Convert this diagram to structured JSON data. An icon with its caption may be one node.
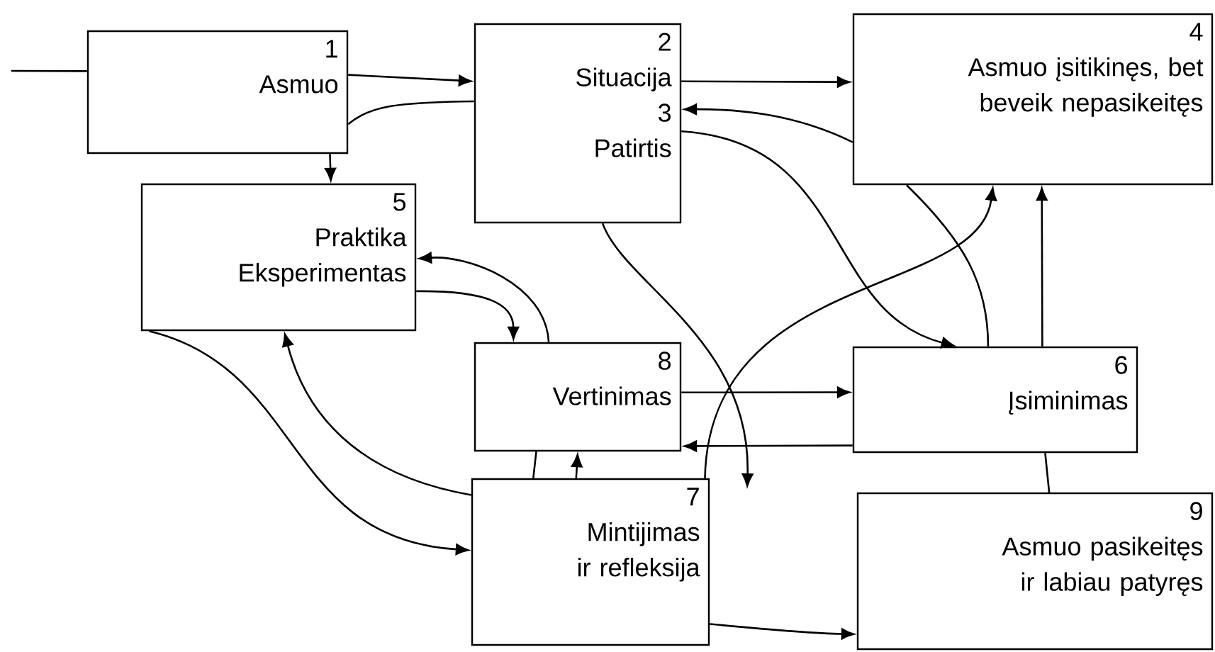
{
  "diagram": {
    "nodes": [
      {
        "text": [
          "1",
          "Asmuo"
        ]
      },
      {
        "text": [
          "2",
          "Situacija",
          "3",
          "Patirtis"
        ]
      },
      {
        "text": [
          "4",
          "Asmuo įsitikinęs, bet beveik nepasikeitęs"
        ]
      },
      {
        "text": [
          "5",
          "Praktika",
          "Eksperimentas"
        ]
      },
      {
        "text": [
          "8",
          "Vertinimas"
        ]
      },
      {
        "text": [
          "6",
          "Įsiminimas"
        ]
      },
      {
        "text": [
          "7",
          "Mintijimas ir refleksija"
        ]
      },
      {
        "text": [
          "9",
          "Asmuo pasikeitęs ir labiau patyręs"
        ]
      }
    ],
    "edges": [
      {
        "from": null,
        "to": 0,
        "arrow": "none"
      },
      {
        "from": 0,
        "to": 1,
        "arrow": "to"
      },
      {
        "from": 1,
        "to": 0,
        "arrow": "none"
      },
      {
        "from": 0,
        "to": 3,
        "arrow": "to"
      },
      {
        "from": 1,
        "to": 2,
        "arrow": "to"
      },
      {
        "from": 2,
        "to": 1,
        "arrow": "to"
      },
      {
        "from": 1,
        "to": 5,
        "arrow": "to"
      },
      {
        "from": 2,
        "to": 5,
        "arrow": "none"
      },
      {
        "from": 5,
        "to": 2,
        "arrow": "to"
      },
      {
        "from": 1,
        "to": null,
        "arrow": "to"
      },
      {
        "from": 6,
        "to": 2,
        "arrow": "to"
      },
      {
        "from": 3,
        "to": 4,
        "arrow": "to"
      },
      {
        "from": 4,
        "to": 3,
        "arrow": "to"
      },
      {
        "from": 3,
        "to": 6,
        "arrow": "to"
      },
      {
        "from": 6,
        "to": 3,
        "arrow": "to"
      },
      {
        "from": 6,
        "to": 4,
        "arrow": "none"
      },
      {
        "from": 6,
        "to": 4,
        "arrow": "to"
      },
      {
        "from": 4,
        "to": 5,
        "arrow": "to"
      },
      {
        "from": 5,
        "to": 4,
        "arrow": "to"
      },
      {
        "from": 7,
        "to": 5,
        "arrow": "none"
      },
      {
        "from": 6,
        "to": 7,
        "arrow": "to"
      }
    ]
  }
}
